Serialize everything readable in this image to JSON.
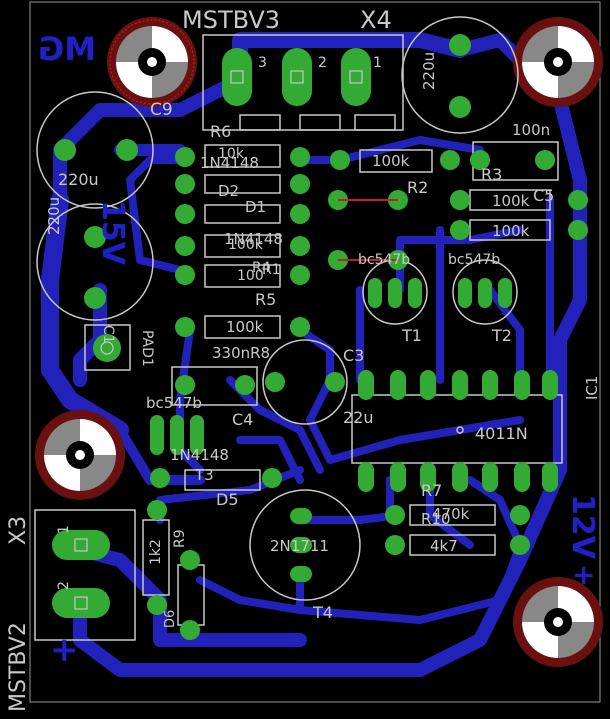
{
  "colors": {
    "background": "#000000",
    "copper": "#2222bb",
    "pad": "#33aa33",
    "silk": "#c8c8c8",
    "hole_marker": "#c02020",
    "wire": "#c02020"
  },
  "labels": {
    "mstbv3": "MSTBV3",
    "x4": "X4",
    "x4_pin3": "3",
    "x4_pin2": "2",
    "x4_pin1": "1",
    "mg": "MG",
    "c9": "C9",
    "c9_val": "220u",
    "r6": "R6",
    "d2_val": "1N4148",
    "d2": "D2",
    "d1": "D1",
    "d1_val": "1N4148",
    "r4_val": "100k",
    "r5_top_val": "100",
    "r5": "R5",
    "r4": "R4",
    "r1": "R1",
    "r6_val": "10k",
    "c_left_val": "220u",
    "volts15": "15V",
    "r2_val": "100k",
    "r2": "R2",
    "c_right_val": "220u",
    "c100n": "100n",
    "r3": "R3",
    "c5": "C5",
    "r3_val": "100k",
    "r1_val": "100k",
    "t1_val": "bc547b",
    "t2_val": "bc547b",
    "t1": "T1",
    "t2": "T2",
    "c1": "C1",
    "pad1": "PAD1",
    "r8_val": "100k",
    "r8": "330nR8",
    "c3": "C3",
    "c3_val": "22u",
    "c4": "C4",
    "t3_val": "bc547b",
    "ic1": "IC1",
    "ic1_val": "4011N",
    "d5_val": "1N4148",
    "t3": "T3",
    "d5": "D5",
    "r7": "R7",
    "r7_val": "470k",
    "r10": "R10",
    "r10_val": "4k7",
    "t4_val": "2N1711",
    "t4": "T4",
    "x3": "X3",
    "x3_pin1": "1",
    "x3_pin2": "2",
    "mstbv2": "MSTBV2",
    "r9_val": "1k2",
    "r9": "R9",
    "d6": "D6",
    "plus_bottom": "+",
    "volts12": "12V",
    "plus_right": "+"
  }
}
